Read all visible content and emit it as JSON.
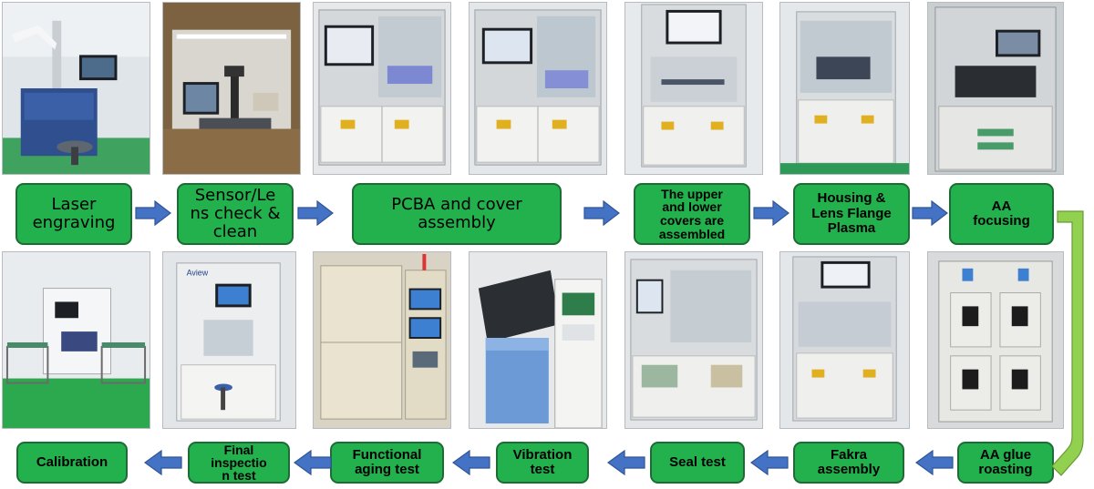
{
  "top_row": [
    {
      "label": "Laser\nengraving",
      "photo": "laser-engraving-machine"
    },
    {
      "label": "Sensor/Le\nns check &\nclean",
      "photo": "sensor-lens-inspection-bench"
    },
    {
      "label": "PCBA and cover\nassembly",
      "photo": "pcba-cover-assembly-machines"
    },
    {
      "label": "The upper\nand lower\ncovers are\nassembled",
      "photo": "upper-lower-cover-assembly-machine"
    },
    {
      "label": "Housing &\nLens Flange\nPlasma",
      "photo": "plasma-treatment-machine"
    },
    {
      "label": "AA\nfocusing",
      "photo": "active-alignment-machine"
    }
  ],
  "bottom_row": [
    {
      "label": "AA glue\nroasting",
      "photo": "glue-curing-oven"
    },
    {
      "label": "Fakra\nassembly",
      "photo": "fakra-assembly-machine"
    },
    {
      "label": "Seal test",
      "photo": "seal-test-machine"
    },
    {
      "label": "Vibration\ntest",
      "photo": "vibration-test-table"
    },
    {
      "label": "Functional\naging test",
      "photo": "aging-test-chamber"
    },
    {
      "label": "Final\ninspectio\nn test",
      "photo": "final-inspection-machine"
    },
    {
      "label": "Calibration",
      "photo": "calibration-station"
    }
  ],
  "photo_text": {
    "aview_brand": "Aview"
  },
  "colors": {
    "box_fill": "#22b14c",
    "box_border": "#1e6b35",
    "arrow_fill": "#4472c4",
    "return_arrow": "#92d050"
  }
}
